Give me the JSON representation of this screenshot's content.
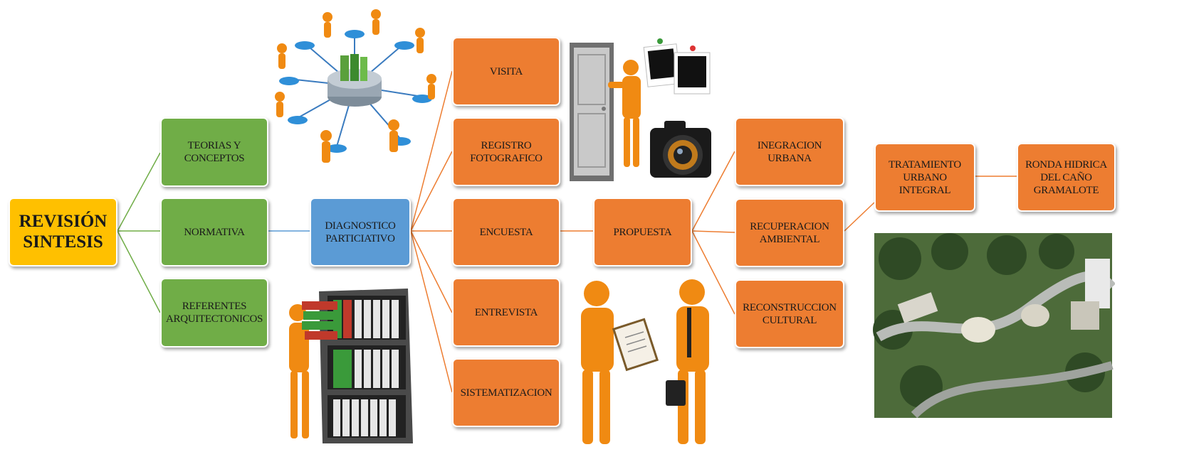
{
  "colors": {
    "root": "#ffc000",
    "green": "#70ad47",
    "blue": "#5b9bd5",
    "orange": "#ed7d31"
  },
  "root": {
    "label": "REVISIÓN\nSINTESIS"
  },
  "branches": {
    "teorias": "TEORIAS Y\nCONCEPTOS",
    "normativa": "NORMATIVA",
    "referentes": "REFERENTES\nARQUITECTONICOS"
  },
  "diagnostico": {
    "label": "DIAGNOSTICO\nPARTICIATIVO"
  },
  "methods": {
    "visita": "VISITA",
    "registro": "REGISTRO\nFOTOGRAFICO",
    "encuesta": "ENCUESTA",
    "entrevista": "ENTREVISTA",
    "sistematizacion": "SISTEMATIZACION"
  },
  "propuesta": {
    "label": "PROPUESTA"
  },
  "outcomes": {
    "integracion": "INEGRACION\nURBANA",
    "recuperacion": "RECUPERACION\nAMBIENTAL",
    "reconstruccion": "RECONSTRUCCION\nCULTURAL"
  },
  "tratamiento": {
    "label": "TRATAMIENTO\nURBANO\nINTEGRAL"
  },
  "ronda": {
    "label": "RONDA HIDRICA\nDEL CAÑO\nGRAMALOTE"
  },
  "illustrations": [
    "network-illustration",
    "door-visit-illustration",
    "photos-camera-illustration",
    "archive-shelf-illustration",
    "interview-illustration",
    "aerial-plan-image"
  ]
}
